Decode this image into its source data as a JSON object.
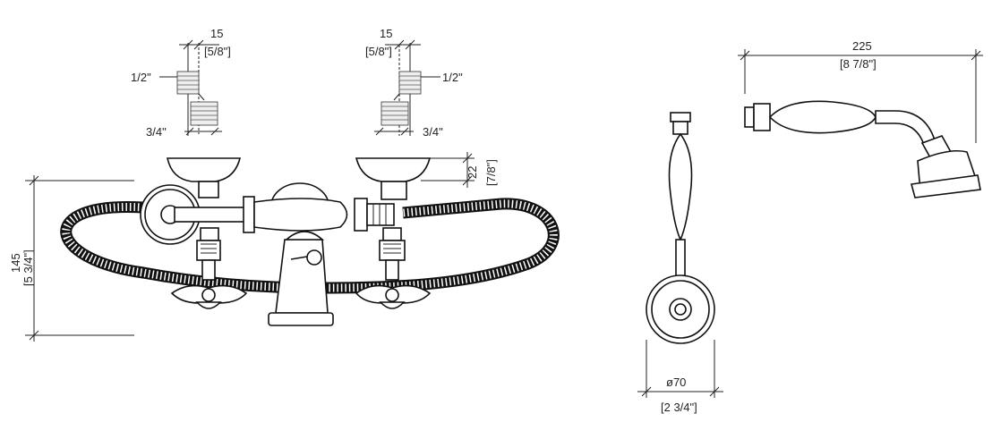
{
  "dimensions": {
    "left_connector_width": {
      "mm": "15",
      "inch": "[5/8\"]"
    },
    "right_connector_width": {
      "mm": "15",
      "inch": "[5/8\"]"
    },
    "left_thread_top": "1/2\"",
    "left_thread_bottom": "3/4\"",
    "right_thread_top": "1/2\"",
    "right_thread_bottom": "3/4\"",
    "escutcheon_offset": {
      "mm": "22",
      "inch": "[7/8\"]"
    },
    "overall_height": {
      "mm": "145",
      "inch": "[5 3/4\"]"
    },
    "wall_bracket_diameter": {
      "mm": "ø70",
      "inch": "[2 3/4\"]"
    },
    "handshower_length": {
      "mm": "225",
      "inch": "[8 7/8\"]"
    }
  },
  "colors": {
    "line": "#222222",
    "background": "#ffffff"
  }
}
